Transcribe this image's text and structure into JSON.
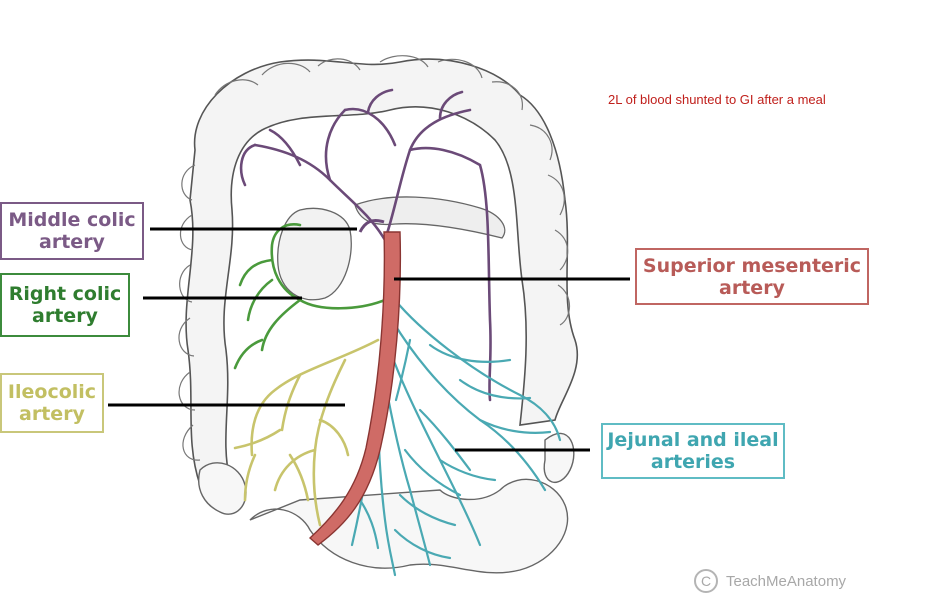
{
  "labels": {
    "middle_colic": [
      "Middle colic",
      "artery"
    ],
    "right_colic": [
      "Right colic",
      "artery"
    ],
    "ileocolic": [
      "Ileocolic",
      "artery"
    ],
    "superior_mesenteric": [
      "Superior mesenteric",
      "artery"
    ],
    "jejunal_ileal": [
      "Jejunal and ileal",
      "arteries"
    ]
  },
  "annotation": "2L of blood shunted to GI after a meal",
  "watermark": {
    "symbol": "C",
    "text": "TeachMeAnatomy"
  },
  "colors": {
    "middle_colic": "#7b5a86",
    "right_colic": "#3c8b3c",
    "ileocolic": "#c9c77a",
    "superior_mesenteric": "#c0605c",
    "jejunal_ileal": "#5fbcc4",
    "annotation": "#c0201c"
  }
}
